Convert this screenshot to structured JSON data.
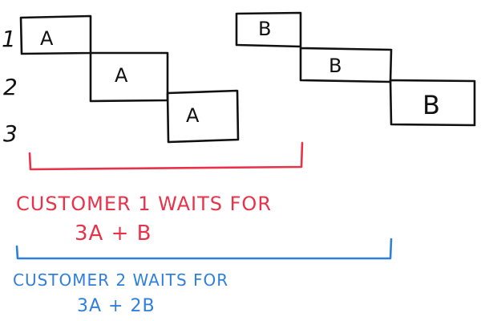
{
  "colors": {
    "ink": "#111111",
    "red": "#e8324a",
    "blue": "#2f7fdc"
  },
  "row_labels": [
    "1",
    "2",
    "3"
  ],
  "schedule_a": {
    "label": "A",
    "tasks": [
      "A",
      "A",
      "A"
    ]
  },
  "schedule_b": {
    "label": "B",
    "tasks": [
      "B",
      "B",
      "B"
    ]
  },
  "customer_1": {
    "line1": "CUSTOMER   1 WAITS FOR",
    "line2": "3A + B"
  },
  "customer_2": {
    "line1": "CUSTOMER   2   WAITS FOR",
    "line2": "3A + 2B"
  }
}
